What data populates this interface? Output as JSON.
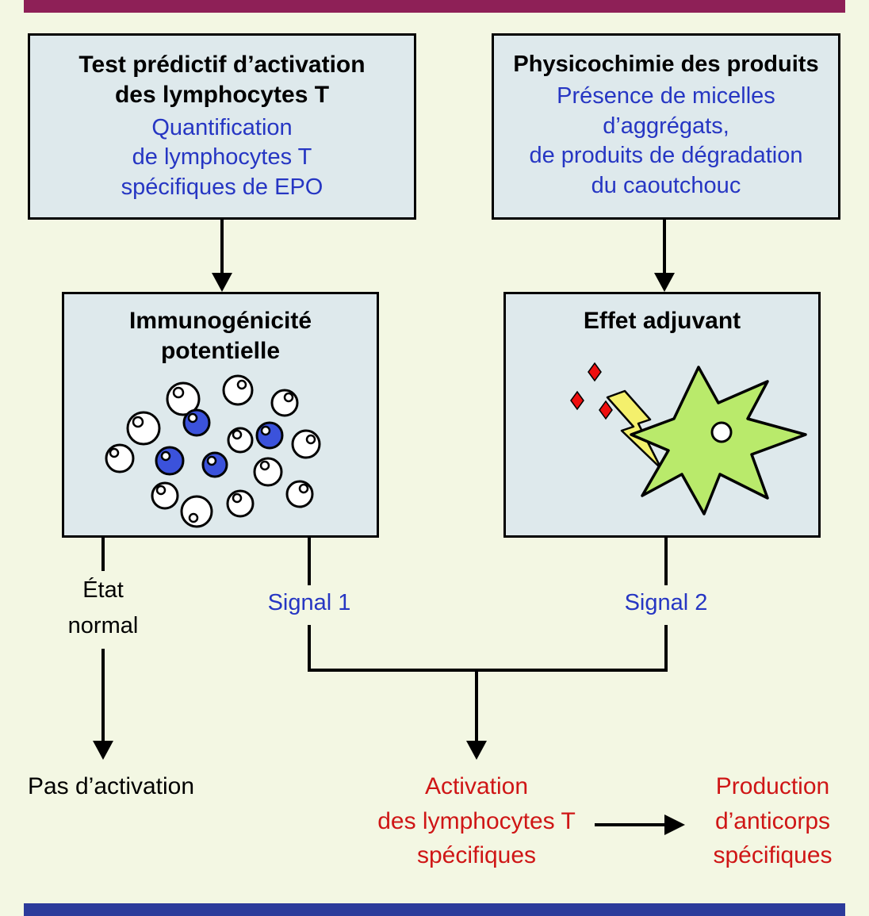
{
  "colors": {
    "top_bar": "#8e2057",
    "bottom_bar": "#2c3b9b",
    "background": "#f3f7e3",
    "box_fill": "#dee9ec",
    "box_border": "#000000",
    "blue_text": "#2636c3",
    "red_text": "#cf1616",
    "black_text": "#000000",
    "activated_cell": "#3b52db",
    "resting_cell": "#ffffff",
    "dendritic_cell": "#b9ea6b",
    "lightning_bolt": "#f4f06c",
    "red_diamond": "#ee0f0f"
  },
  "boxes": {
    "test_predictif": {
      "title": "Test prédictif d’activation\ndes lymphocytes T",
      "subtitle": "Quantification\nde lymphocytes T\nspécifiques de EPO"
    },
    "physicochimie": {
      "title": "Physicochimie des produits",
      "subtitle": "Présence de micelles\nd’aggrégats,\nde produits de dégradation\ndu caoutchouc"
    },
    "immunogenicite": {
      "title": "Immunogénicité\npotentielle"
    },
    "effet_adjuvant": {
      "title": "Effet adjuvant"
    }
  },
  "labels": {
    "etat_normal": "État\nnormal",
    "signal_1": "Signal 1",
    "signal_2": "Signal 2",
    "pas_activation": "Pas d’activation",
    "activation": "Activation\ndes lymphocytes T\nspécifiques",
    "production": "Production\nd’anticorps\nspécifiques"
  }
}
